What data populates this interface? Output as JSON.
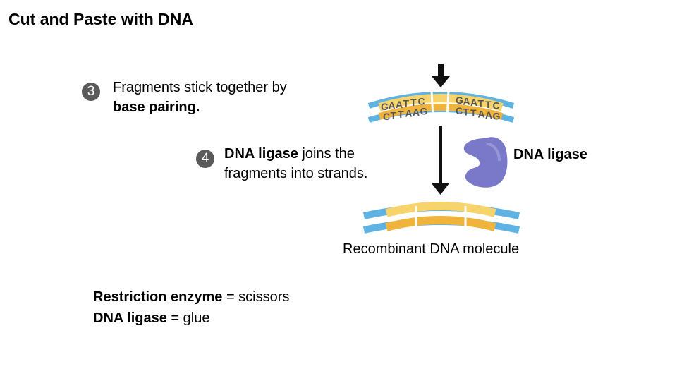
{
  "title": "Cut and Paste with DNA",
  "steps": [
    {
      "number": "3",
      "text_plain": "Fragments stick together by",
      "text_bold": "base pairing."
    },
    {
      "number": "4",
      "text_bold": "DNA ligase",
      "text_plain_1": " joins the",
      "text_plain_2": "fragments into strands."
    }
  ],
  "sticky_ends": {
    "left": {
      "top": [
        "G",
        "A",
        "A",
        "T",
        "T",
        "C"
      ],
      "bottom": [
        "C",
        "T",
        "T",
        "A",
        "A",
        "G"
      ]
    },
    "right": {
      "top": [
        "G",
        "A",
        "A",
        "T",
        "T",
        "C"
      ],
      "bottom": [
        "C",
        "T",
        "T",
        "A",
        "A",
        "G"
      ]
    }
  },
  "ligase_label": "DNA ligase",
  "product_label": "Recombinant DNA molecule",
  "summary": [
    {
      "bold": "Restriction enzyme",
      "plain": " = scissors"
    },
    {
      "bold": "DNA ligase",
      "plain": " = glue"
    }
  ],
  "colors": {
    "badge": "#5a5a5a",
    "dna_backbone": "#5fb3e3",
    "dna_yellow": "#f6d36b",
    "dna_orange": "#f0b43c",
    "ligase": "#7a78c8",
    "arrow": "#111111"
  }
}
